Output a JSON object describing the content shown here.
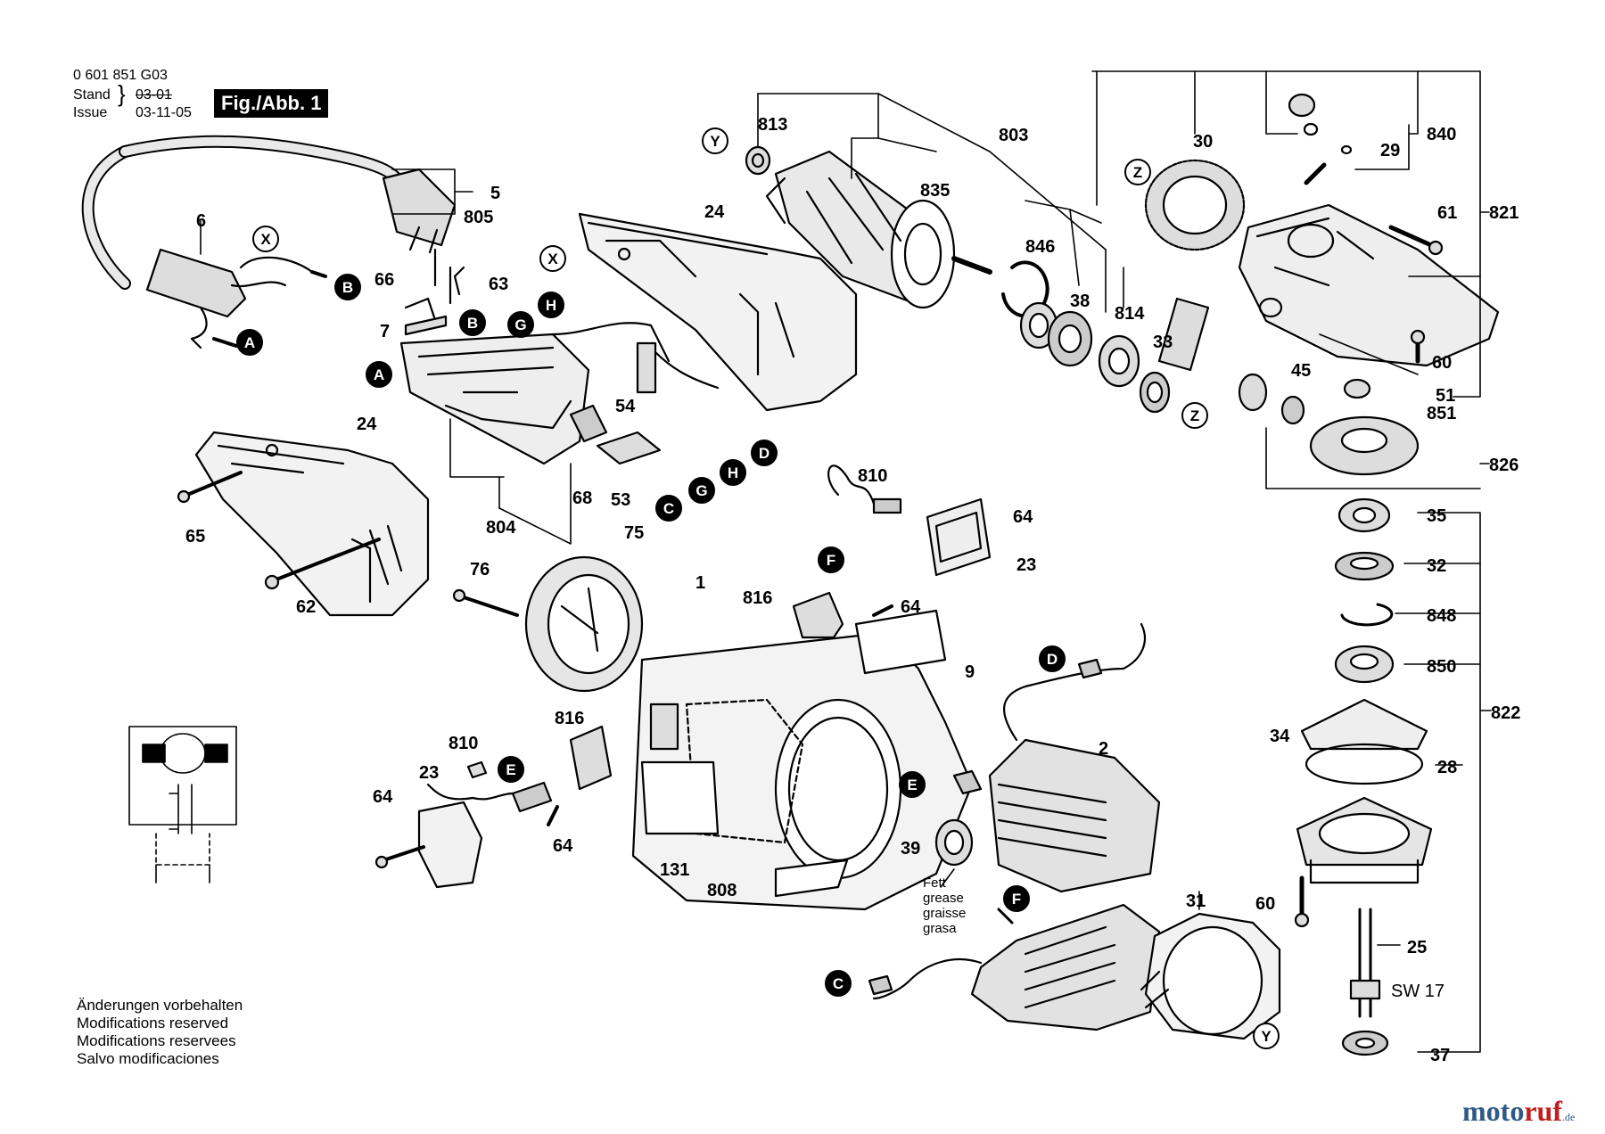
{
  "header": {
    "part_number": "0 601 851 G03",
    "stand_label": "Stand",
    "issue_label": "Issue",
    "stand_date_old": "03-01",
    "issue_date": "03-11-05",
    "figure_label": "Fig./Abb. 1"
  },
  "notes": [
    "Änderungen vorbehalten",
    "Modifications reserved",
    "Modifications reservees",
    "Salvo modificaciones"
  ],
  "grease_note": [
    "Fett",
    "grease",
    "graisse",
    "grasa"
  ],
  "thread_note": "SW 17",
  "watermark": {
    "main": "moto",
    "accent": "ruf",
    "suffix": ".de"
  },
  "callouts": [
    {
      "id": "c-5",
      "label": "5"
    },
    {
      "id": "c-805",
      "label": "805"
    },
    {
      "id": "c-6",
      "label": "6"
    },
    {
      "id": "c-66",
      "label": "66"
    },
    {
      "id": "c-63",
      "label": "63"
    },
    {
      "id": "c-7",
      "label": "7"
    },
    {
      "id": "c-24a",
      "label": "24"
    },
    {
      "id": "c-24b",
      "label": "24"
    },
    {
      "id": "c-54",
      "label": "54"
    },
    {
      "id": "c-68",
      "label": "68"
    },
    {
      "id": "c-53",
      "label": "53"
    },
    {
      "id": "c-804",
      "label": "804"
    },
    {
      "id": "c-65",
      "label": "65"
    },
    {
      "id": "c-62",
      "label": "62"
    },
    {
      "id": "c-813",
      "label": "813"
    },
    {
      "id": "c-835",
      "label": "835"
    },
    {
      "id": "c-803",
      "label": "803"
    },
    {
      "id": "c-846",
      "label": "846"
    },
    {
      "id": "c-38",
      "label": "38"
    },
    {
      "id": "c-814",
      "label": "814"
    },
    {
      "id": "c-33",
      "label": "33"
    },
    {
      "id": "c-30",
      "label": "30"
    },
    {
      "id": "c-29",
      "label": "29"
    },
    {
      "id": "c-840",
      "label": "840"
    },
    {
      "id": "c-821",
      "label": "821"
    },
    {
      "id": "c-61",
      "label": "61"
    },
    {
      "id": "c-60a",
      "label": "60"
    },
    {
      "id": "c-45",
      "label": "45"
    },
    {
      "id": "c-51",
      "label": "51"
    },
    {
      "id": "c-851",
      "label": "851"
    },
    {
      "id": "c-826",
      "label": "826"
    },
    {
      "id": "c-35",
      "label": "35"
    },
    {
      "id": "c-32",
      "label": "32"
    },
    {
      "id": "c-848",
      "label": "848"
    },
    {
      "id": "c-850",
      "label": "850"
    },
    {
      "id": "c-822",
      "label": "822"
    },
    {
      "id": "c-34",
      "label": "34"
    },
    {
      "id": "c-28",
      "label": "28"
    },
    {
      "id": "c-60b",
      "label": "60"
    },
    {
      "id": "c-25",
      "label": "25"
    },
    {
      "id": "c-37",
      "label": "37"
    },
    {
      "id": "c-810a",
      "label": "810"
    },
    {
      "id": "c-64a",
      "label": "64"
    },
    {
      "id": "c-23a",
      "label": "23"
    },
    {
      "id": "c-816a",
      "label": "816"
    },
    {
      "id": "c-64b",
      "label": "64"
    },
    {
      "id": "c-1",
      "label": "1"
    },
    {
      "id": "c-9",
      "label": "9"
    },
    {
      "id": "c-75",
      "label": "75"
    },
    {
      "id": "c-76",
      "label": "76"
    },
    {
      "id": "c-816b",
      "label": "816"
    },
    {
      "id": "c-810b",
      "label": "810"
    },
    {
      "id": "c-23b",
      "label": "23"
    },
    {
      "id": "c-64c",
      "label": "64"
    },
    {
      "id": "c-64d",
      "label": "64"
    },
    {
      "id": "c-131",
      "label": "131"
    },
    {
      "id": "c-808",
      "label": "808"
    },
    {
      "id": "c-2",
      "label": "2"
    },
    {
      "id": "c-39",
      "label": "39"
    },
    {
      "id": "c-31",
      "label": "31"
    }
  ],
  "connectors": [
    {
      "id": "k-x1",
      "letter": "X"
    },
    {
      "id": "k-b1",
      "letter": "B"
    },
    {
      "id": "k-a1",
      "letter": "A"
    },
    {
      "id": "k-b2",
      "letter": "B"
    },
    {
      "id": "k-a2",
      "letter": "A"
    },
    {
      "id": "k-x2",
      "letter": "X"
    },
    {
      "id": "k-h1",
      "letter": "H"
    },
    {
      "id": "k-g1",
      "letter": "G"
    },
    {
      "id": "k-d1",
      "letter": "D"
    },
    {
      "id": "k-h2",
      "letter": "H"
    },
    {
      "id": "k-g2",
      "letter": "G"
    },
    {
      "id": "k-c1",
      "letter": "C"
    },
    {
      "id": "k-y1",
      "letter": "Y"
    },
    {
      "id": "k-z1",
      "letter": "Z"
    },
    {
      "id": "k-z2",
      "letter": "Z"
    },
    {
      "id": "k-f1",
      "letter": "F"
    },
    {
      "id": "k-e1",
      "letter": "E"
    },
    {
      "id": "k-d2",
      "letter": "D"
    },
    {
      "id": "k-e2",
      "letter": "E"
    },
    {
      "id": "k-f2",
      "letter": "F"
    },
    {
      "id": "k-c2",
      "letter": "C"
    },
    {
      "id": "k-y2",
      "letter": "Y"
    }
  ]
}
